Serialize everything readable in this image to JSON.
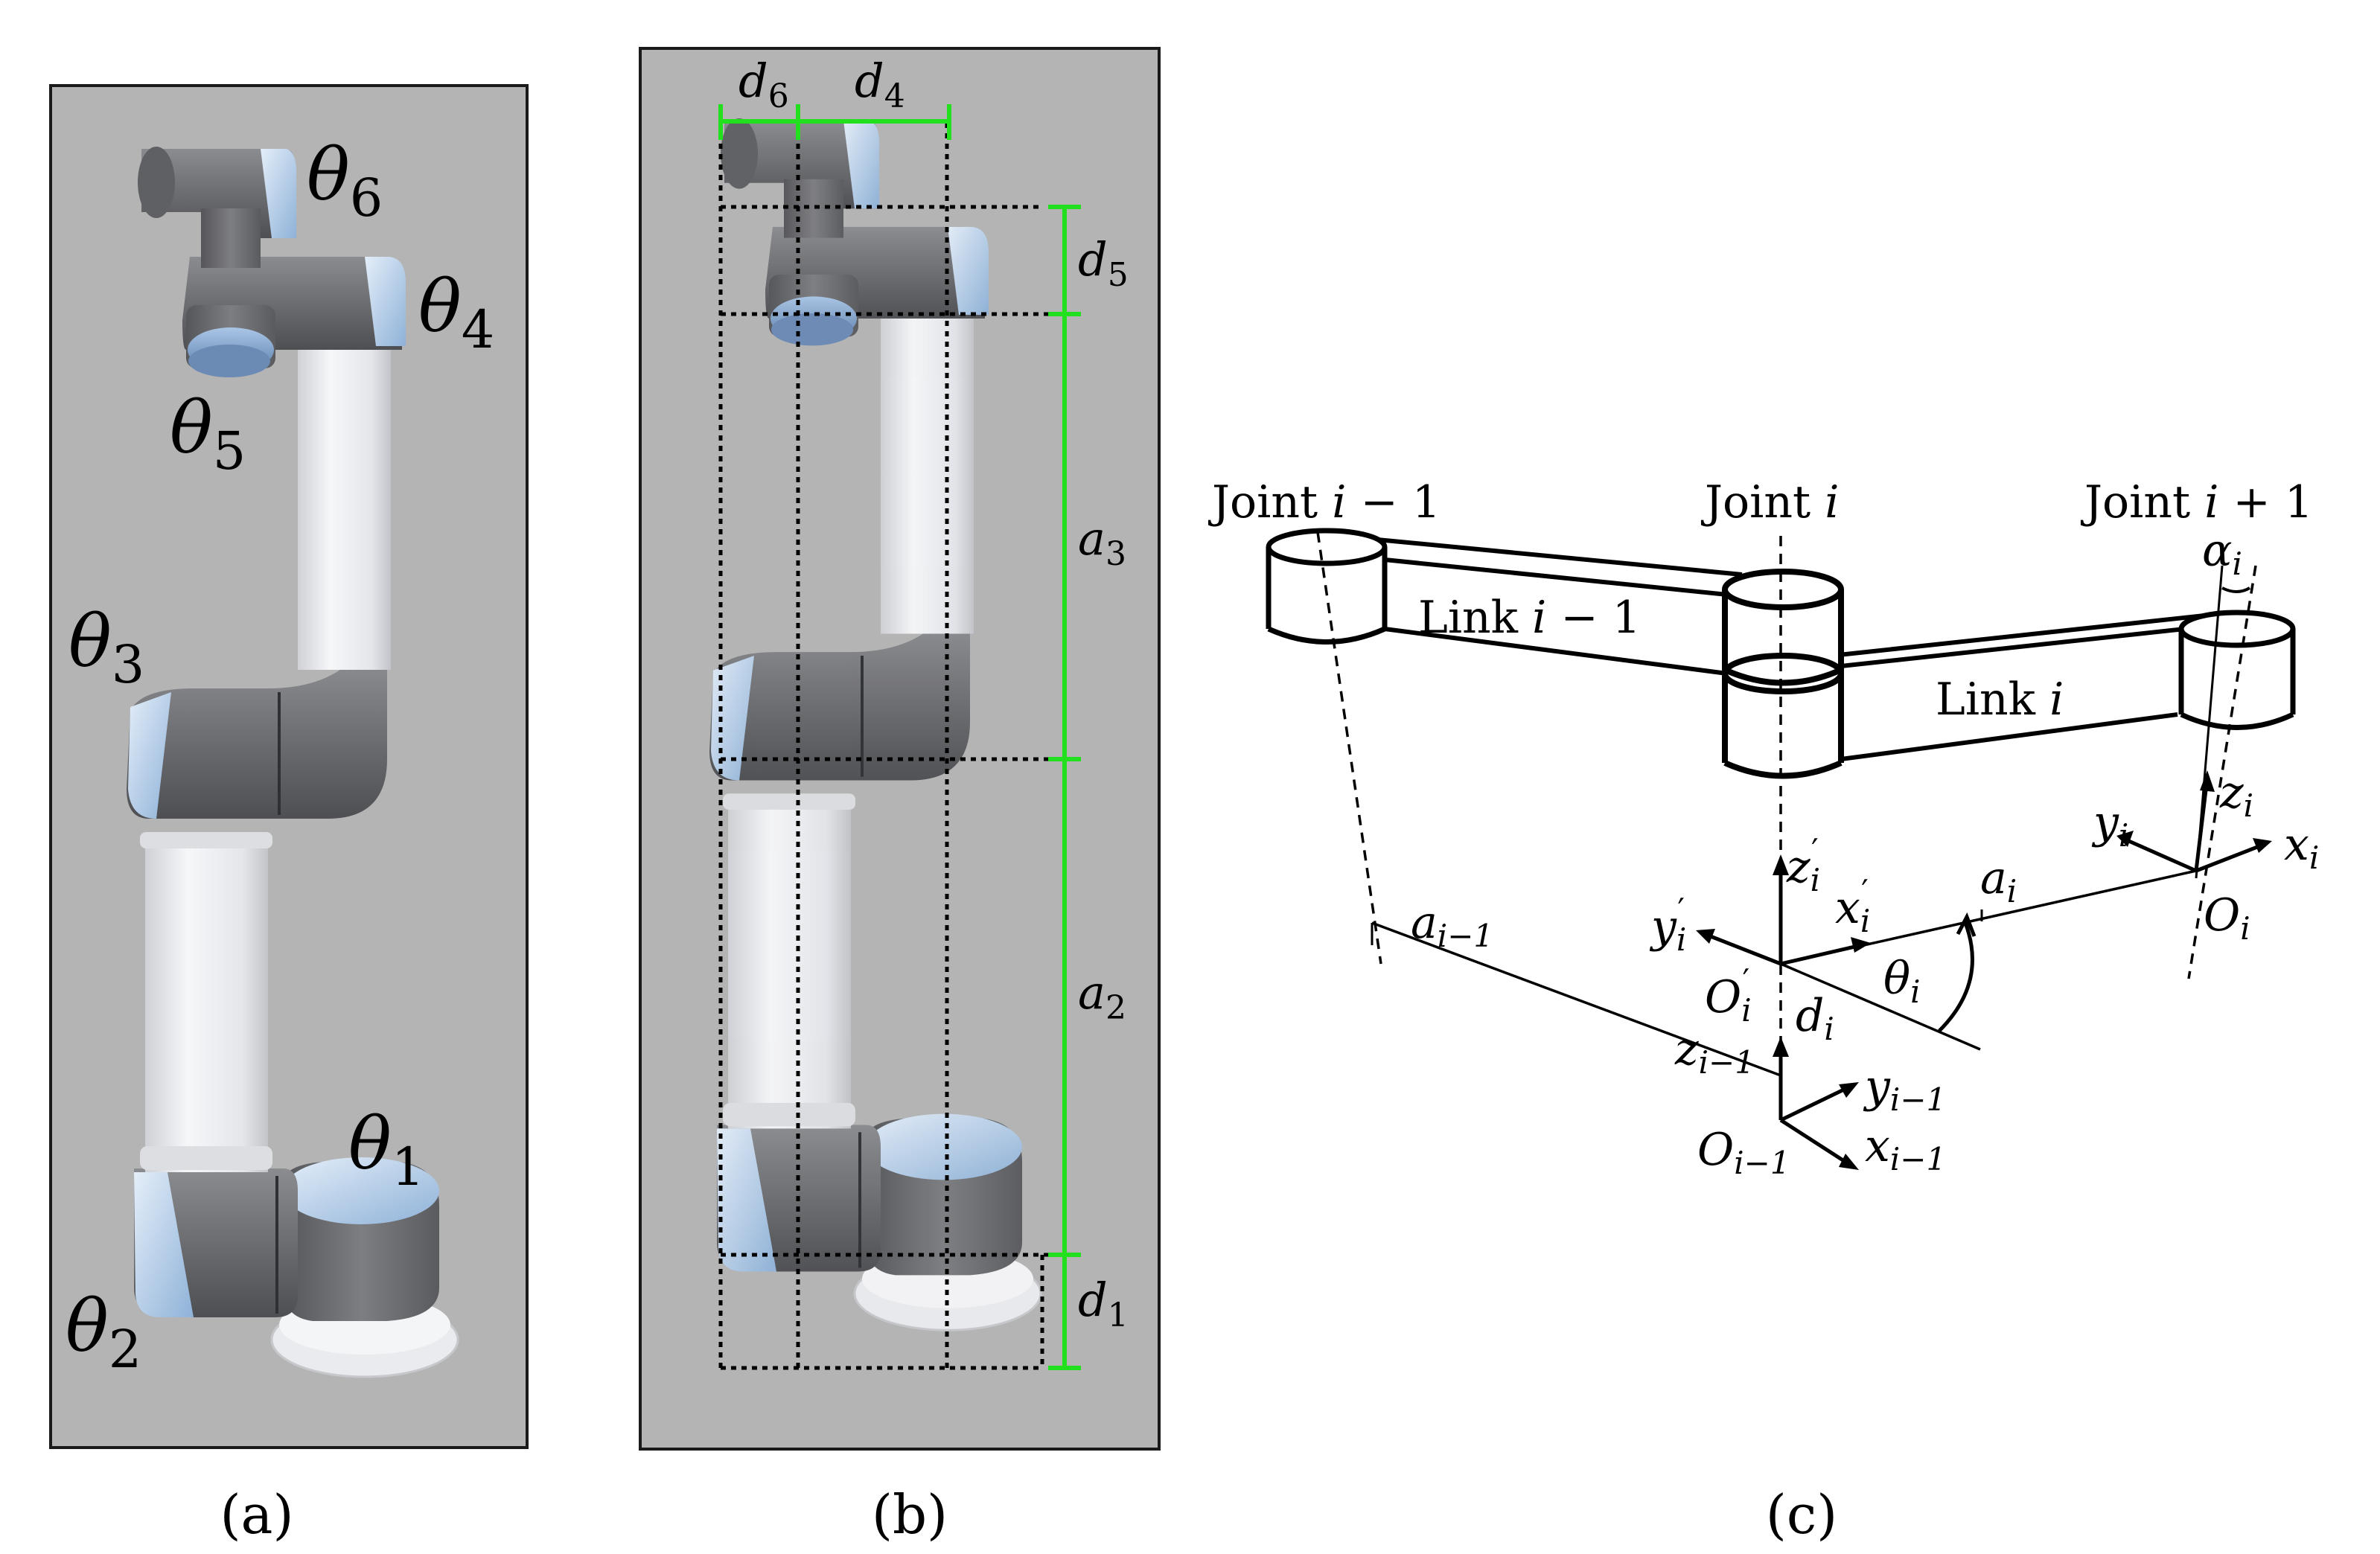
{
  "panels": {
    "a": {
      "caption": "(a)",
      "joint_labels": {
        "theta1": {
          "sym": "θ",
          "sub": "1"
        },
        "theta2": {
          "sym": "θ",
          "sub": "2"
        },
        "theta3": {
          "sym": "θ",
          "sub": "3"
        },
        "theta4": {
          "sym": "θ",
          "sub": "4"
        },
        "theta5": {
          "sym": "θ",
          "sub": "5"
        },
        "theta6": {
          "sym": "θ",
          "sub": "6"
        }
      }
    },
    "b": {
      "caption": "(b)",
      "dims": {
        "d6": {
          "sym": "d",
          "sub": "6"
        },
        "d4": {
          "sym": "d",
          "sub": "4"
        },
        "d5": {
          "sym": "d",
          "sub": "5"
        },
        "a3": {
          "sym": "a",
          "sub": "3"
        },
        "a2": {
          "sym": "a",
          "sub": "2"
        },
        "d1": {
          "sym": "d",
          "sub": "1"
        }
      }
    },
    "c": {
      "caption": "(c)",
      "joint_prev": {
        "word": "Joint ",
        "var": "i",
        "rest": " − 1"
      },
      "joint_cur": {
        "word": "Joint ",
        "var": "i",
        "rest": ""
      },
      "joint_next": {
        "word": "Joint ",
        "var": "i",
        "rest": " + 1"
      },
      "link_prev": {
        "word": "Link ",
        "var": "i",
        "rest": " − 1"
      },
      "link_cur": {
        "word": "Link ",
        "var": "i",
        "rest": ""
      },
      "alpha": {
        "sym": "α",
        "sub": "i"
      },
      "z_i": {
        "sym": "z",
        "sub": "i"
      },
      "y_i": {
        "sym": "y",
        "sub": "i"
      },
      "x_i": {
        "sym": "x",
        "sub": "i"
      },
      "O_i": {
        "sym": "O",
        "sub": "i"
      },
      "a_i": {
        "sym": "a",
        "sub": "i"
      },
      "z_ip": {
        "sym": "z",
        "sub": "i",
        "sup": "′"
      },
      "y_ip": {
        "sym": "y",
        "sub": "i",
        "sup": "′"
      },
      "x_ip": {
        "sym": "x",
        "sub": "i",
        "sup": "′"
      },
      "O_ip": {
        "sym": "O",
        "sub": "i",
        "sup": "′"
      },
      "theta_i": {
        "sym": "θ",
        "sub": "i"
      },
      "d_i": {
        "sym": "d",
        "sub": "i"
      },
      "a_im1": {
        "sym": "a",
        "sub": "i−1"
      },
      "z_im1": {
        "sym": "z",
        "sub": "i−1"
      },
      "y_im1": {
        "sym": "y",
        "sub": "i−1"
      },
      "x_im1": {
        "sym": "x",
        "sub": "i−1"
      },
      "O_im1": {
        "sym": "O",
        "sub": "i−1"
      }
    }
  },
  "colors": {
    "panel_bg": "#b4b4b4",
    "dim_green": "#22e01e",
    "link_grey": "#6f7074",
    "tube_white": "#eceef2",
    "cap_blue": "#bcd3ec"
  }
}
